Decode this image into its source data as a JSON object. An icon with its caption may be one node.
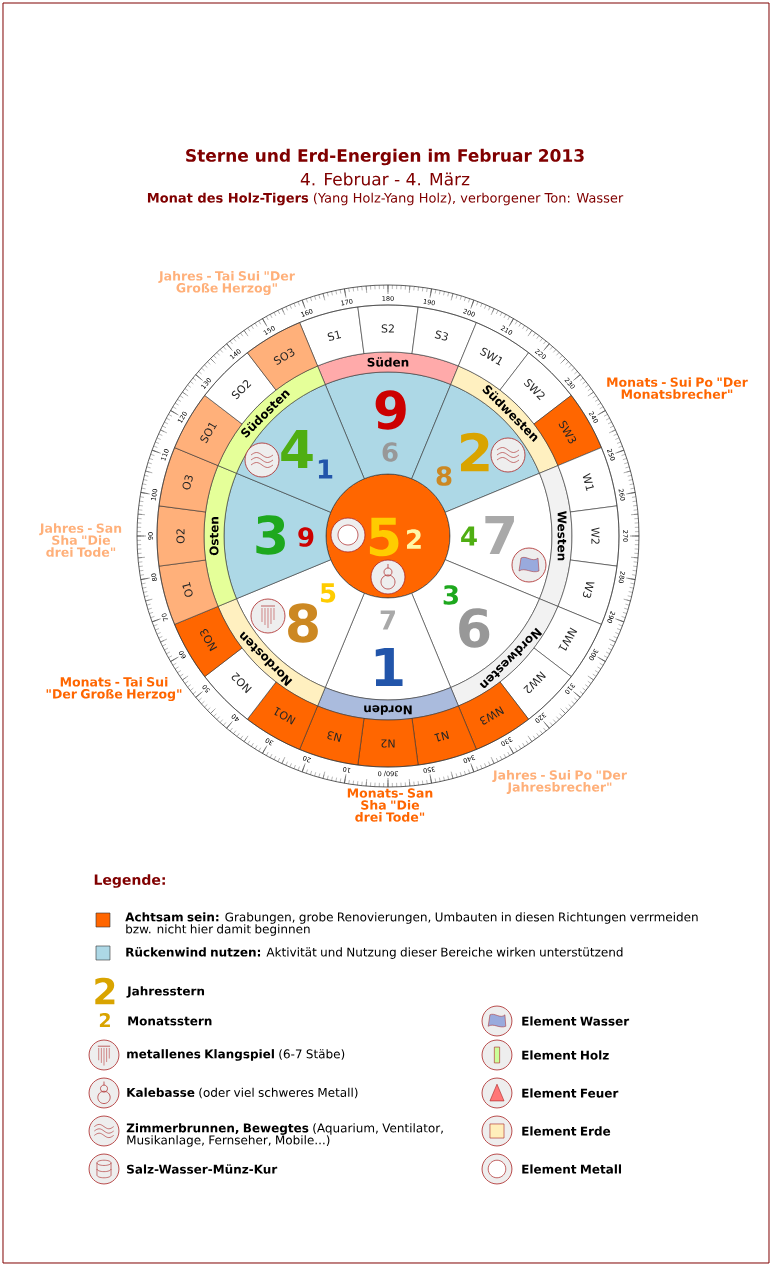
{
  "diagram": {
    "title": "Sterne und Erd-Energien im Februar 2013",
    "nodes": [
      {
        "text": [
          "5",
          "2"
        ]
      },
      {
        "text": [
          "9",
          "6"
        ]
      },
      {
        "text": [
          "2",
          "8"
        ]
      },
      {
        "text": [
          "4",
          "7"
        ]
      },
      {
        "text": [
          "3",
          "6"
        ]
      },
      {
        "text": [
          "7",
          "1"
        ]
      },
      {
        "text": [
          "5",
          "8"
        ]
      },
      {
        "text": [
          "3",
          "9"
        ]
      },
      {
        "text": [
          "4",
          "1"
        ]
      },
      {
        "text": [
          "Süden"
        ]
      },
      {
        "text": [
          "Südwesten"
        ]
      },
      {
        "text": [
          "Westen"
        ]
      },
      {
        "text": [
          "Nordwesten"
        ]
      },
      {
        "text": [
          "Norden"
        ]
      },
      {
        "text": [
          "Nordosten"
        ]
      },
      {
        "text": [
          "Osten"
        ]
      },
      {
        "text": [
          "Südosten"
        ]
      },
      {
        "text": [
          "S1"
        ]
      },
      {
        "text": [
          "S2"
        ]
      },
      {
        "text": [
          "S3"
        ]
      },
      {
        "text": [
          "SW1"
        ]
      },
      {
        "text": [
          "SW2"
        ]
      },
      {
        "text": [
          "SW3"
        ]
      },
      {
        "text": [
          "W1"
        ]
      },
      {
        "text": [
          "W2"
        ]
      },
      {
        "text": [
          "W3"
        ]
      },
      {
        "text": [
          "NW1"
        ]
      },
      {
        "text": [
          "NW2"
        ]
      },
      {
        "text": [
          "NW3"
        ]
      },
      {
        "text": [
          "N1"
        ]
      },
      {
        "text": [
          "N2"
        ]
      },
      {
        "text": [
          "N3"
        ]
      },
      {
        "text": [
          "NO1"
        ]
      },
      {
        "text": [
          "NO2"
        ]
      },
      {
        "text": [
          "NO3"
        ]
      },
      {
        "text": [
          "O1"
        ]
      },
      {
        "text": [
          "O2"
        ]
      },
      {
        "text": [
          "O3"
        ]
      },
      {
        "text": [
          "SO1"
        ]
      },
      {
        "text": [
          "SO2"
        ]
      },
      {
        "text": [
          "SO3"
        ]
      }
    ],
    "labels": [
      "4. Februar - 4. März",
      "**Monat des Holz-Tigers** (Yang Holz-Yang Holz), verborgener Ton: Wasser",
      "Jahres - Tai Sui \"Der Große Herzog\"",
      "Monats - Sui Po \"Der Monatsbrecher\"",
      "Jahres - San Sha \"Die drei Tode\"",
      "Monats - Tai Sui \"Der Große Herzog\"",
      "Jahres - Sui Po \"Der Jahresbrecher\"",
      "Monats- San Sha \"Die drei Tode\"",
      "10",
      "20",
      "30",
      "40",
      "50",
      "60",
      "70",
      "80",
      "90",
      "100",
      "110",
      "120",
      "130",
      "140",
      "150",
      "160",
      "170",
      "180",
      "190",
      "200",
      "210",
      "220",
      "230",
      "240",
      "250",
      "260",
      "270",
      "280",
      "290",
      "300",
      "310",
      "320",
      "330",
      "340",
      "350",
      "360/ 0",
      "Legende:",
      "2",
      "2"
    ],
    "legend": [
      {
        "text": "**Achtsam sein:** Grabungen, grobe Renovierungen, Umbauten in diesen Richtungen verrmeiden bzw. nicht hier damit beginnen",
        "color": "#ff6600"
      },
      {
        "text": "**Rückenwind nutzen:** Aktivität und Nutzung dieser Bereiche wirken unterstützend",
        "color": "#add8e6"
      },
      {
        "text": "Jahresstern"
      },
      {
        "text": "Monatsstern"
      },
      {
        "text": "**metallenes Klangspiel** (6-7 Stäbe)"
      },
      {
        "text": "**Kalebasse** (oder viel schweres Metall)"
      },
      {
        "text": "**Zimmerbrunnen, Bewegtes** (Aquarium, Ventilator, Musikanlage, Fernseher, Mobile...)"
      },
      {
        "text": "Salz-Wasser-Münz-Kur"
      },
      {
        "text": "Element Wasser"
      },
      {
        "text": "Element Holz"
      },
      {
        "text": "Element Feuer"
      },
      {
        "text": "Element Erde"
      },
      {
        "text": "Element Metall"
      }
    ]
  }
}
